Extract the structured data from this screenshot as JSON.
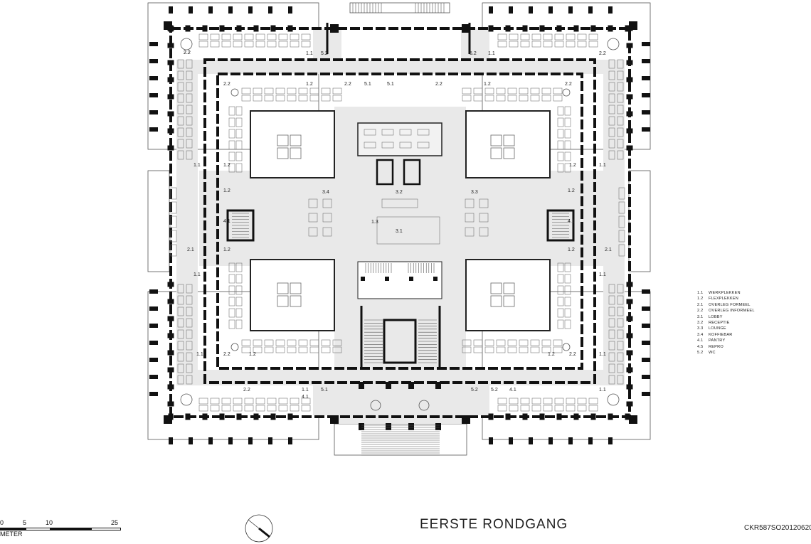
{
  "drawing_title": "EERSTE RONDGANG",
  "drawing_number": "CKR587SO20120620",
  "legend": [
    {
      "code": "1.1",
      "label": "WERKPLEKKEN"
    },
    {
      "code": "1.2",
      "label": "FLEXPLEKKEN"
    },
    {
      "code": "2.1",
      "label": "OVERLEG FORMEEL"
    },
    {
      "code": "2.2",
      "label": "OVERLEG INFORMEEL"
    },
    {
      "code": "3.1",
      "label": "LOBBY"
    },
    {
      "code": "3.2",
      "label": "RECEPTIE"
    },
    {
      "code": "3.3",
      "label": "LOUNGE"
    },
    {
      "code": "3.4",
      "label": "KOFFIEBAR"
    },
    {
      "code": "4.1",
      "label": "PANTRY"
    },
    {
      "code": "4.5",
      "label": "REPRO"
    },
    {
      "code": "5.2",
      "label": "WC"
    }
  ],
  "scale_bar": {
    "ticks": [
      "0",
      "5",
      "10",
      "25"
    ],
    "unit": "METER"
  },
  "room_labels": [
    "2.2",
    "1.1",
    "5.2",
    "5.2",
    "1.1",
    "2.2",
    "2.2",
    "1.2",
    "2.2",
    "5.1",
    "5.1",
    "2.2",
    "1.2",
    "2.2",
    "1.2",
    "1.2",
    "1.1",
    "1.1",
    "1.2",
    "3.4",
    "3.2",
    "3.3",
    "1.2",
    "4.1",
    "4.1",
    "3.1",
    "1.3",
    "1.2",
    "1.2",
    "2.1",
    "2.1",
    "1.1",
    "1.1",
    "2.2",
    "1.2",
    "1.2",
    "2.2",
    "1.1",
    "1.1",
    "2.2",
    "1.1",
    "4.1",
    "5.1",
    "5.2",
    "5.2",
    "4.1",
    "1.1",
    "2.2"
  ],
  "colors": {
    "wall": "#111111",
    "floor": "#e9e9e9",
    "line": "#555555"
  }
}
